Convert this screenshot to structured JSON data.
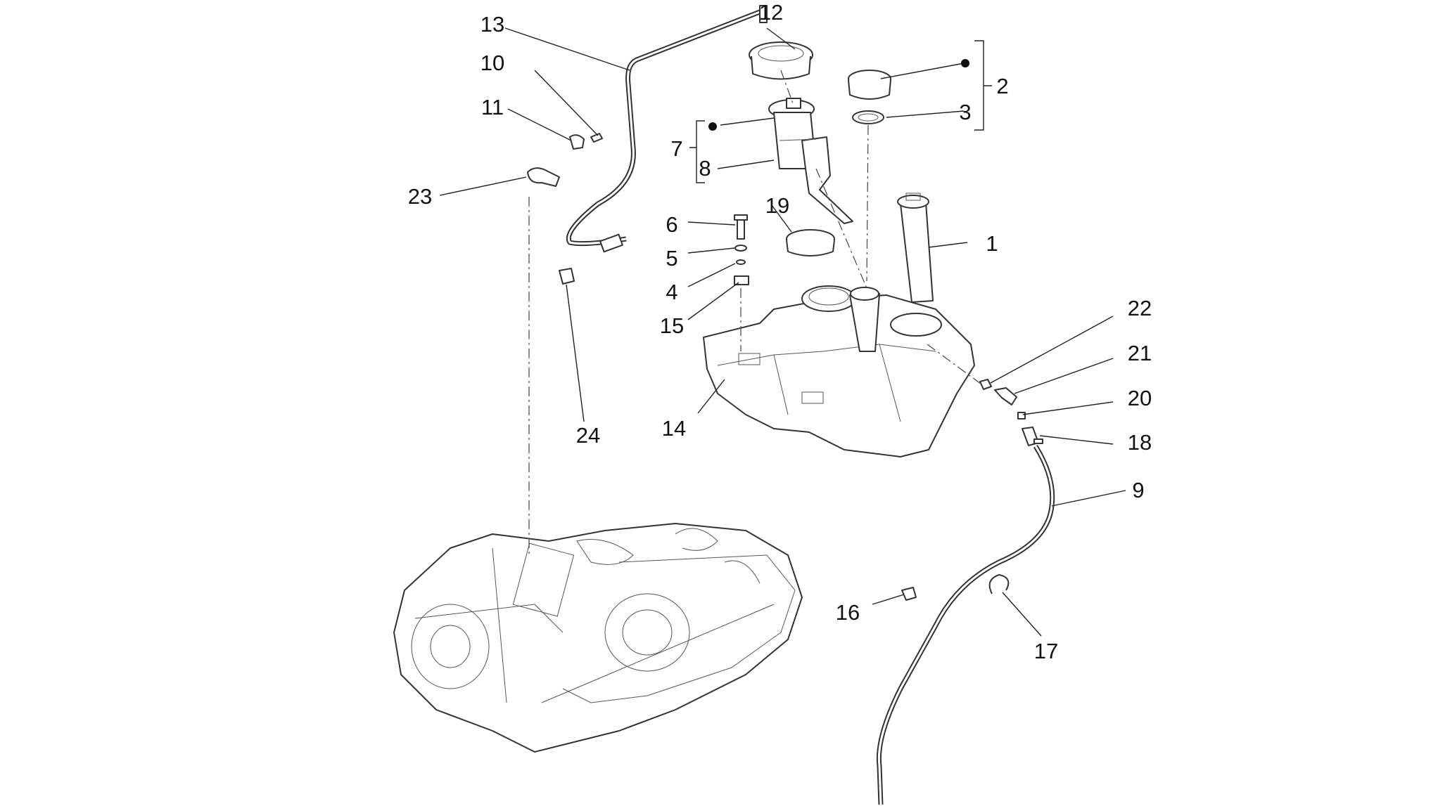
{
  "diagram": {
    "callouts": [
      "1",
      "2",
      "3",
      "4",
      "5",
      "6",
      "7",
      "8",
      "9",
      "10",
      "11",
      "12",
      "13",
      "14",
      "15",
      "16",
      "17",
      "18",
      "19",
      "20",
      "21",
      "22",
      "23",
      "24"
    ],
    "colors": {
      "line": "#333333",
      "text": "#111111",
      "background": "#ffffff"
    }
  }
}
